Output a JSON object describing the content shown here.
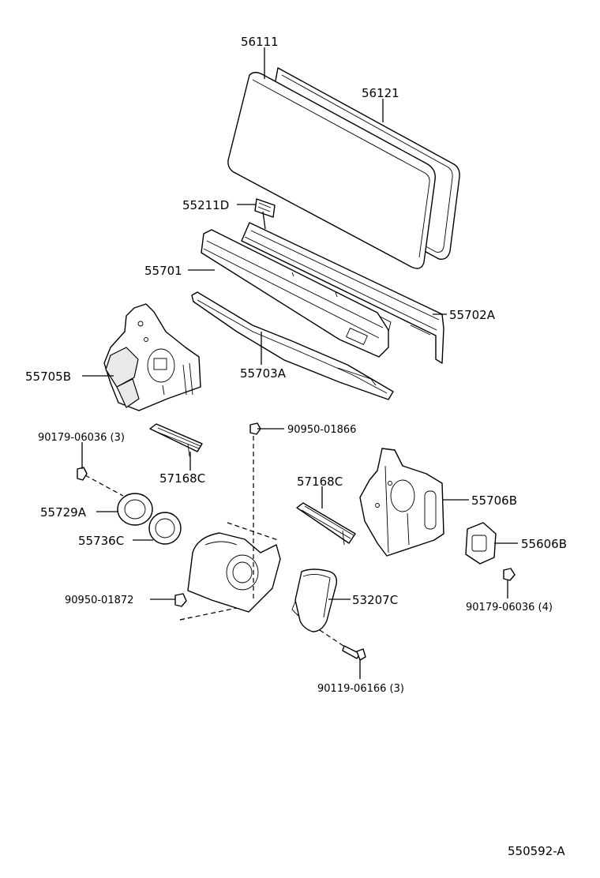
{
  "diagram_id": "550592-A",
  "parts": {
    "p56111": "56111",
    "p56121": "56121",
    "p55211D": "55211D",
    "p55701": "55701",
    "p55702A": "55702A",
    "p55705B": "55705B",
    "p55703A": "55703A",
    "f90179_3": "90179-06036 (3)",
    "f90950_01866": "90950-01866",
    "p57168C_a": "57168C",
    "p55729A": "55729A",
    "p55736C": "55736C",
    "p57168C_b": "57168C",
    "p55706B": "55706B",
    "p55606B": "55606B",
    "f90950_01872": "90950-01872",
    "p53207C": "53207C",
    "f90179_4": "90179-06036 (4)",
    "f90119_3": "90119-06166 (3)"
  }
}
